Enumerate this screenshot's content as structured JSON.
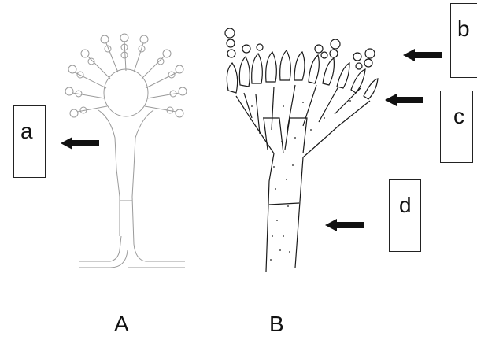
{
  "figures": [
    {
      "id": "A",
      "caption": "A"
    },
    {
      "id": "B",
      "caption": "B"
    }
  ],
  "labels": [
    {
      "id": "a",
      "text": "a"
    },
    {
      "id": "b",
      "text": "b"
    },
    {
      "id": "c",
      "text": "c"
    },
    {
      "id": "d",
      "text": "d"
    }
  ],
  "colors": {
    "ink": "#1a1a1a",
    "line": "#9a9a9a",
    "arrow": "#111111"
  },
  "icons": {
    "arrow": "left-arrow-icon"
  }
}
